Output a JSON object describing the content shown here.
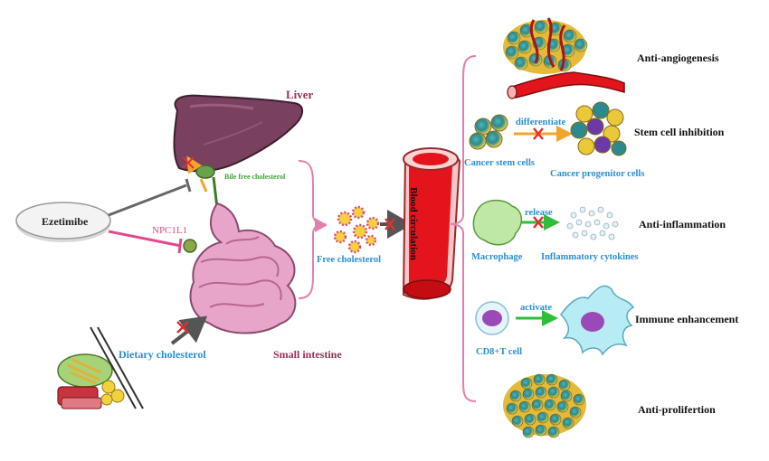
{
  "labels": {
    "liver": "Liver",
    "bile": "Bile free cholesterol",
    "ezetimibe": "Ezetimibe",
    "npc1l1": "NPC1L1",
    "dietary": "Dietary cholesterol",
    "small_intestine": "Small intestine",
    "free_cholesterol": "Free cholesterol",
    "blood_circulation": "Blood circulation",
    "anti_angiogenesis": "Anti-angiogenesis",
    "differentiate": "differentiate",
    "stem_cell_inhibition": "Stem cell inhibition",
    "cancer_stem_cells": "Cancer stem cells",
    "cancer_progenitor_cells": "Cancer progenitor cells",
    "macrophage": "Macrophage",
    "release": "release",
    "inflammatory_cytokines": "Inflammatory cytokines",
    "anti_inflammation": "Anti-inflammation",
    "cd8_t_cell": "CD8+T cell",
    "activate": "activate",
    "immune_enhancement": "Immune enhancement",
    "anti_proliferation": "Anti-prolifertion"
  },
  "colors": {
    "liver": "#7a4060",
    "intestine": "#e7a6c9",
    "bracket": "#e37fae",
    "blue_text": "#2a8fd0",
    "maroon_text": "#9a2f55",
    "inhibit_arrow": "#e0498a",
    "inhibit_x": "#e23030",
    "orange_arrow": "#f2a42c",
    "green_arrow": "#2fbe3a",
    "vessel_red": "#e3141b"
  }
}
